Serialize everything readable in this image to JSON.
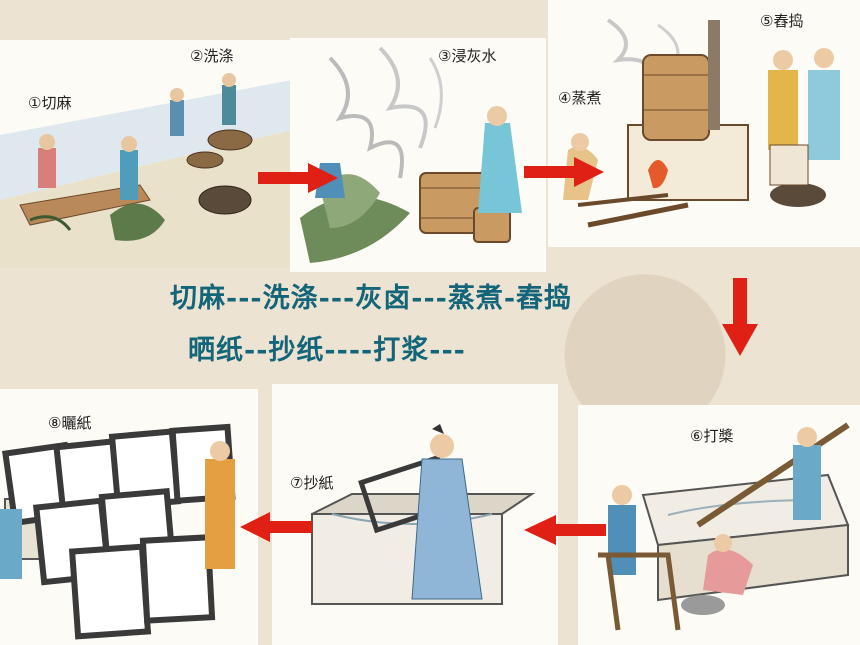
{
  "caption": {
    "line1": "切麻---洗涤---灰卤---蒸煮-舂捣",
    "line2": "晒纸--抄纸----打浆---"
  },
  "steps": {
    "s1": "①切麻",
    "s2": "②洗涤",
    "s3": "③浸灰水",
    "s4": "④蒸煮",
    "s5": "⑤舂捣",
    "s6": "⑥打槳",
    "s7": "⑦抄紙",
    "s8": "⑧曬紙"
  },
  "colors": {
    "arrow": "#e02015",
    "caption": "#13657a"
  }
}
